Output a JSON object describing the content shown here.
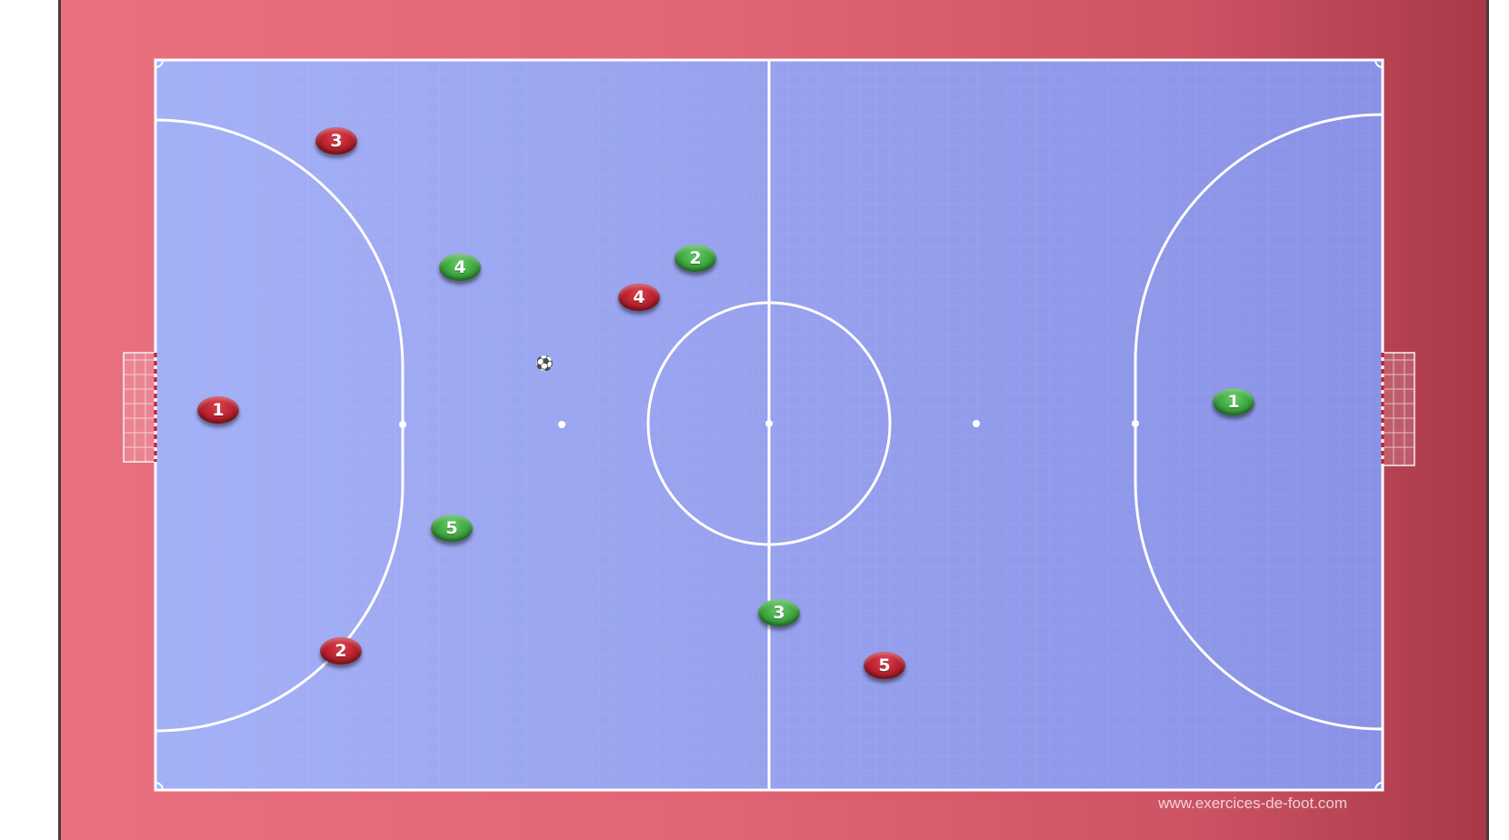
{
  "colors": {
    "pitch": "#9aa6f0",
    "lines": "#ffffff",
    "surround": "#e06677",
    "team_red": "#b51f2c",
    "team_green": "#3aa33d"
  },
  "red_team": [
    {
      "number": "1"
    },
    {
      "number": "2"
    },
    {
      "number": "3"
    },
    {
      "number": "4"
    },
    {
      "number": "5"
    }
  ],
  "green_team": [
    {
      "number": "1"
    },
    {
      "number": "2"
    },
    {
      "number": "3"
    },
    {
      "number": "4"
    },
    {
      "number": "5"
    }
  ],
  "ball": {
    "icon": "ball-icon",
    "glyph": "⚽"
  },
  "watermark": "www.exercices-de-foot.com"
}
